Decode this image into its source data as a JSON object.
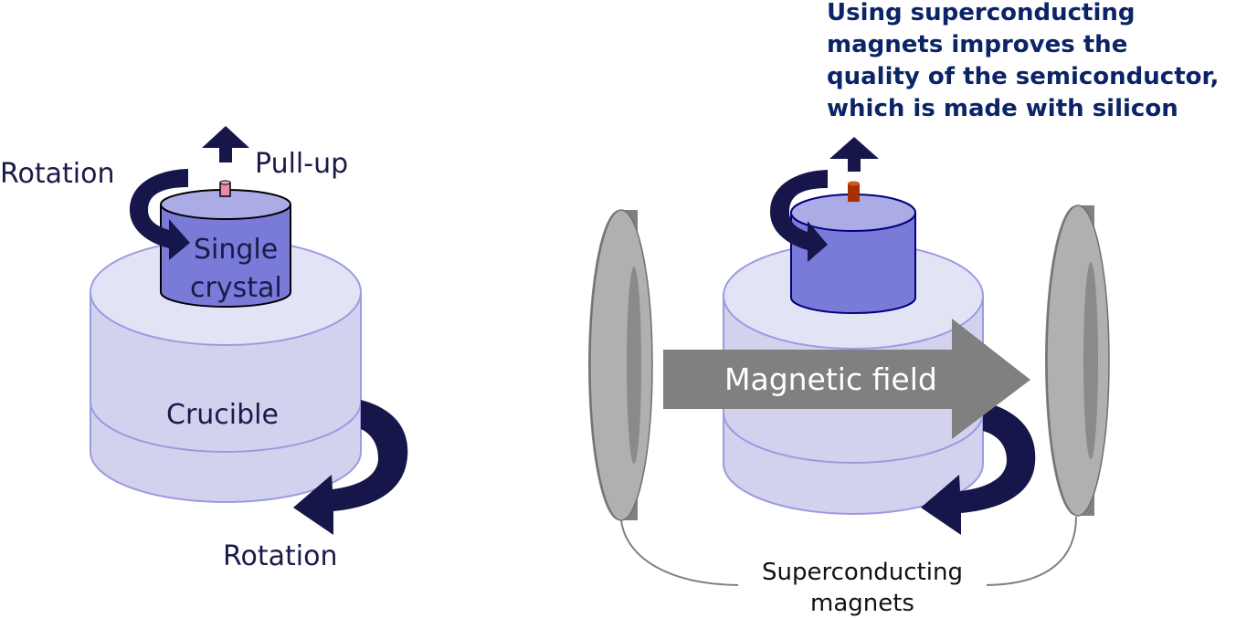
{
  "headline": {
    "lines": [
      "Using superconducting",
      "magnets improves the",
      "quality of the semiconductor,",
      "which is made with silicon"
    ]
  },
  "left": {
    "rotation_top": "Rotation",
    "pull_up": "Pull-up",
    "crystal": [
      "Single",
      "crystal"
    ],
    "crucible": "Crucible",
    "rotation_bottom": "Rotation"
  },
  "right": {
    "magnetic_field": "Magnetic field",
    "magnets": [
      "Superconducting",
      "magnets"
    ]
  },
  "colors": {
    "dark_navy": "#16164a",
    "crucible_fill": "#d2d2ef",
    "crucible_top": "#e3e3f6",
    "crucible_stroke": "#9b9be0",
    "crystal_side": "#7a7ad8",
    "crystal_top": "#ababe6",
    "seed_left": "#e88aa6",
    "seed_right": "#a63000",
    "field_arrow": "#808080",
    "magnet_dark": "#808080",
    "magnet_light": "#b0b0b0",
    "headline": "#0b2468"
  }
}
